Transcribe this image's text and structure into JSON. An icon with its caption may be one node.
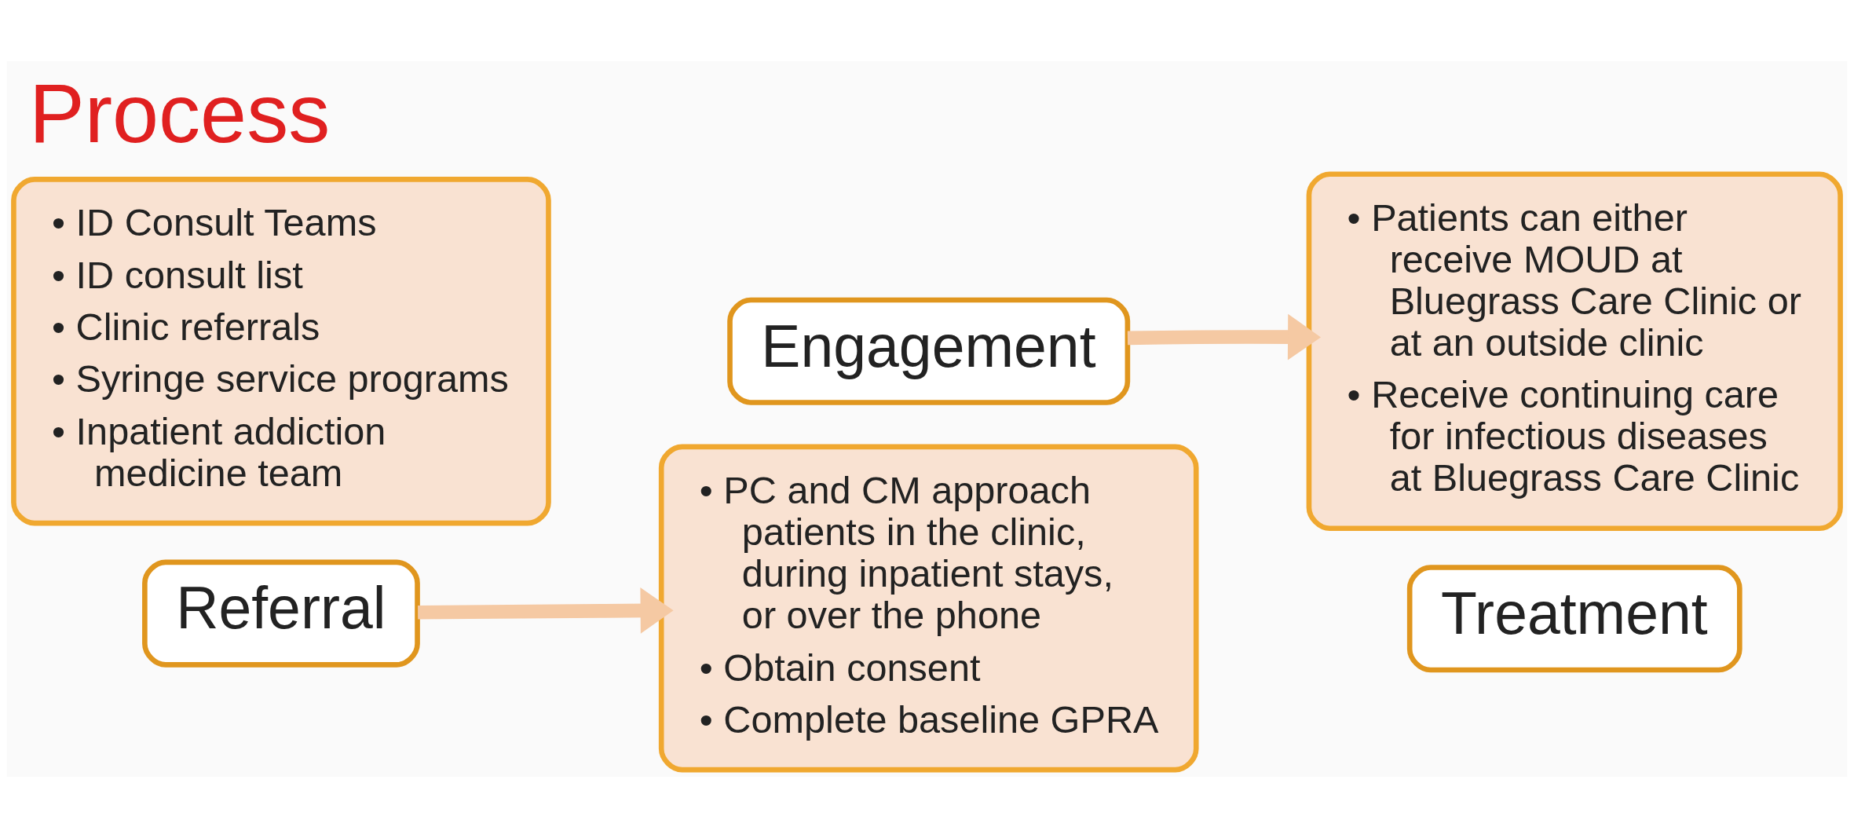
{
  "diagram": {
    "title": "Process",
    "nodes": [
      {
        "text": [
          "• ID Consult Teams",
          "• ID consult list",
          "• Clinic referrals",
          "• Syringe service programs",
          "• Inpatient addiction medicine team"
        ]
      },
      {
        "text": [
          "Referral"
        ]
      },
      {
        "text": [
          "• PC and CM approach patients in the clinic, during inpatient stays, or over the phone",
          "• Obtain consent",
          "• Complete baseline GPRA"
        ]
      },
      {
        "text": [
          "Engagement"
        ]
      },
      {
        "text": [
          "• Patients can either receive MOUD at Bluegrass Care Clinic or at an outside clinic",
          "• Receive continuing care for infectious diseases at Bluegrass Care Clinic"
        ]
      },
      {
        "text": [
          "Treatment"
        ]
      }
    ],
    "edges": [
      {
        "from": 1,
        "to": 2,
        "arrow": "to"
      },
      {
        "from": 3,
        "to": 4,
        "arrow": "to"
      }
    ]
  }
}
